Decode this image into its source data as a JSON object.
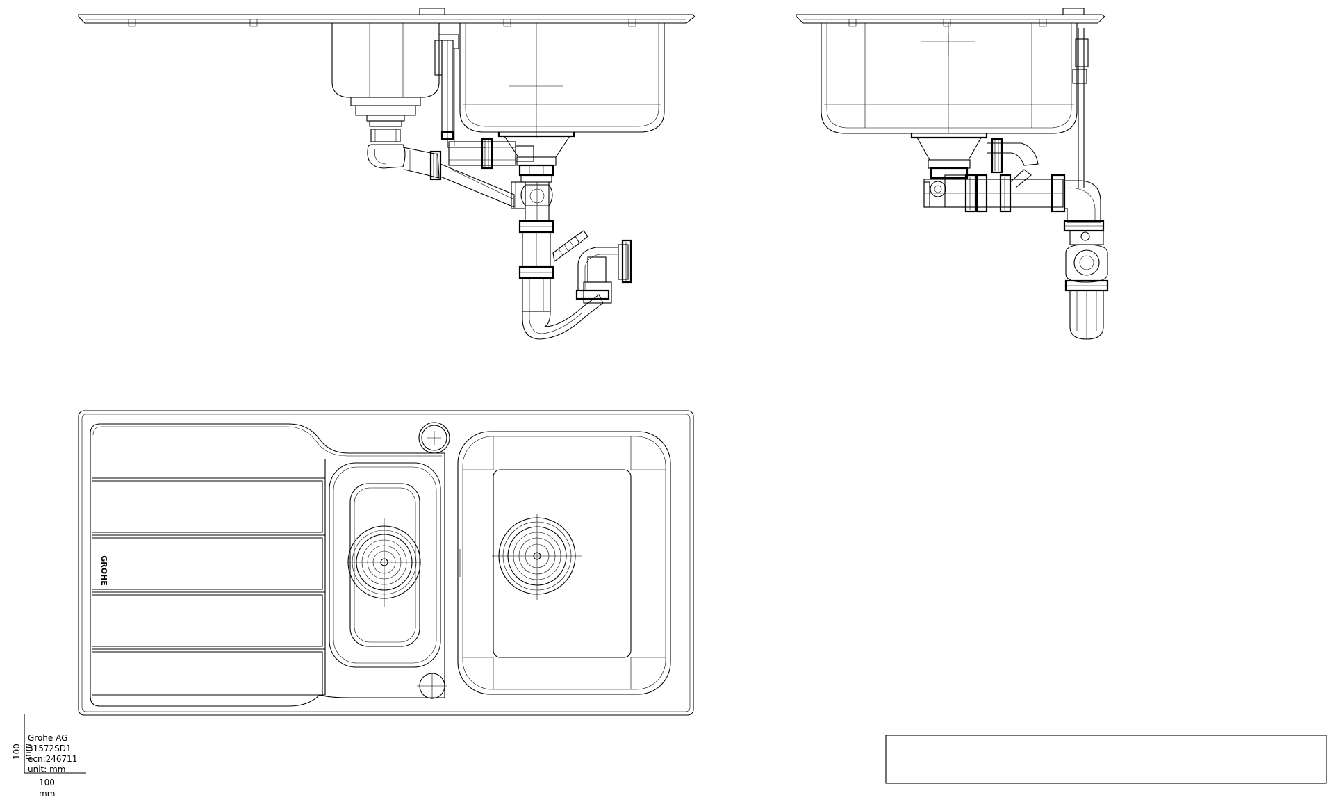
{
  "title_block": {
    "company": "Grohe  AG",
    "model": "31572SD1",
    "ecn": "ecn:246711",
    "unit": "unit:  mm"
  },
  "scale_bar": {
    "vertical_value": "100",
    "vertical_unit": "mm",
    "horizontal_value": "100",
    "horizontal_unit": "mm"
  },
  "drainer_logo": "GROHE",
  "drawing_views": [
    "front-elevation",
    "side-elevation",
    "top-plan-view"
  ],
  "info_box_text": ""
}
